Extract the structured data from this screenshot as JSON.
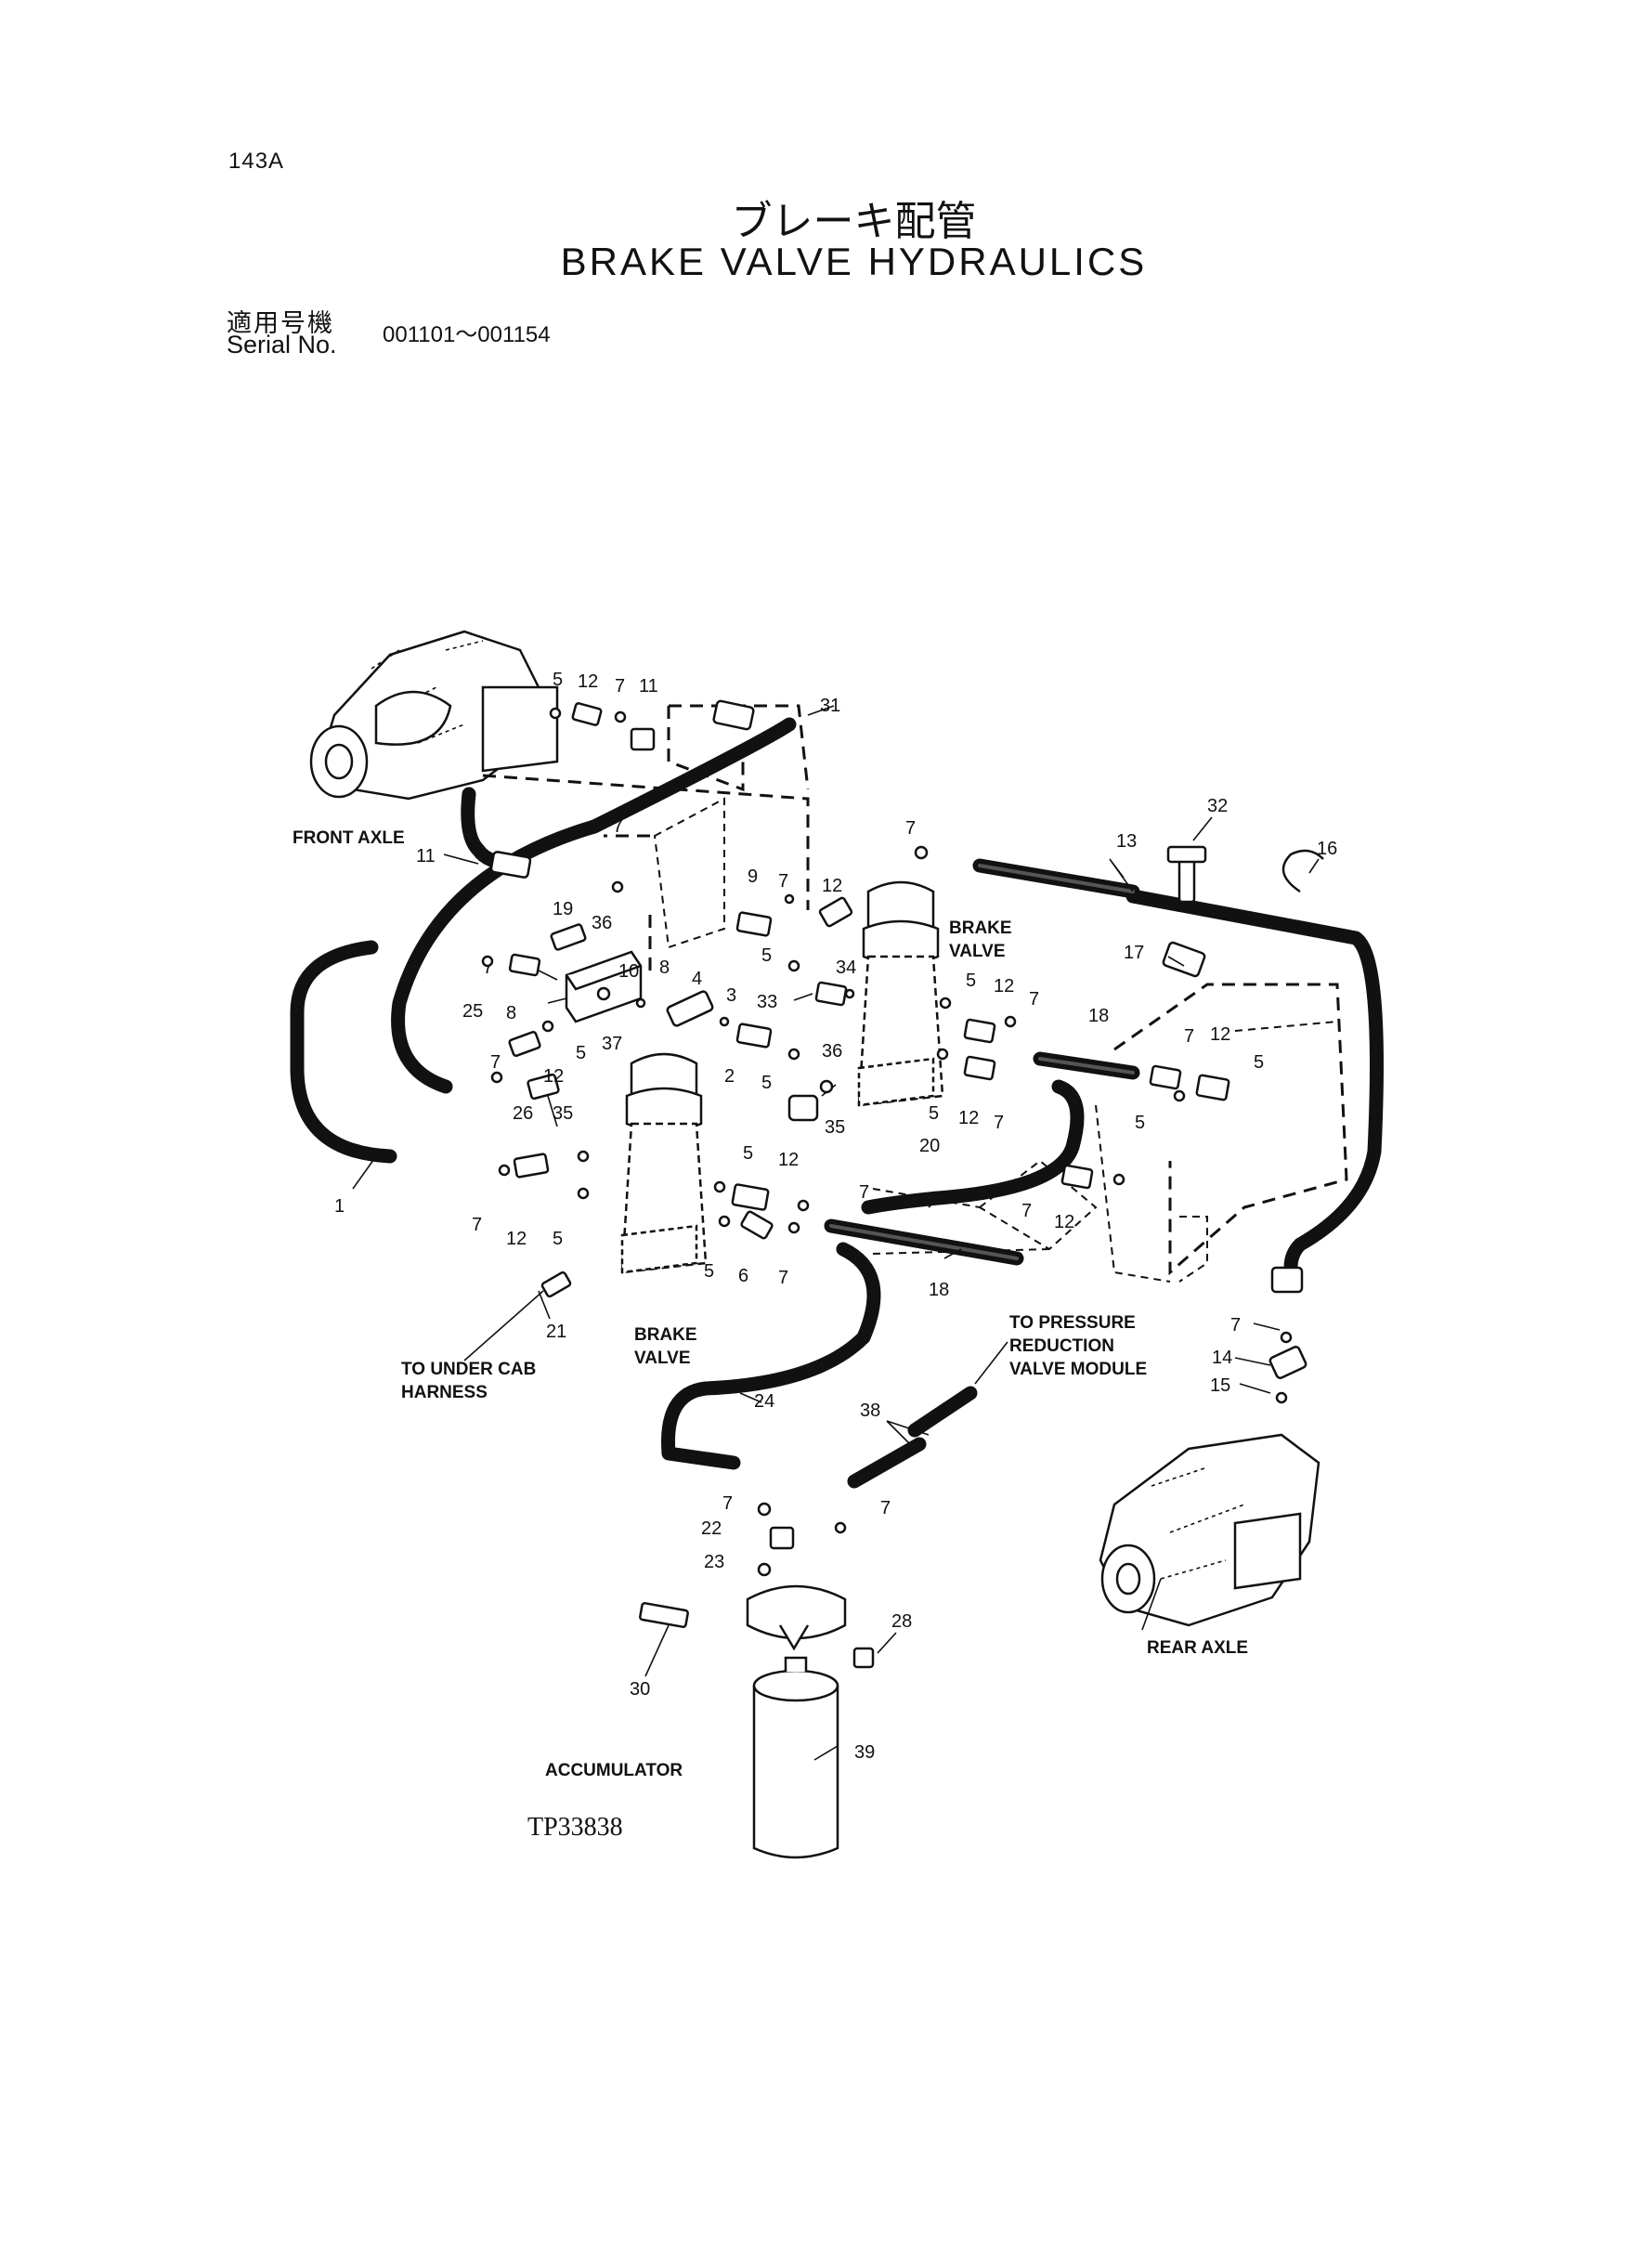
{
  "header": {
    "page_number": "143A",
    "title_jp": "ブレーキ配管",
    "title_en": "BRAKE VALVE HYDRAULICS",
    "serial_label_jp": "適用号機",
    "serial_label_en": "Serial No.",
    "serial_range": "001101～001154"
  },
  "footer": {
    "reference_code": "TP33838"
  },
  "captions": {
    "front_axle": "FRONT AXLE",
    "rear_axle": "REAR AXLE",
    "brake_valve_top_1": "BRAKE",
    "brake_valve_top_2": "VALVE",
    "brake_valve_bottom_1": "BRAKE",
    "brake_valve_bottom_2": "VALVE",
    "under_cab_1": "TO UNDER CAB",
    "under_cab_2": "HARNESS",
    "pressure_1": "TO PRESSURE",
    "pressure_2": "REDUCTION",
    "pressure_3": "VALVE MODULE",
    "accumulator": "ACCUMULATOR"
  },
  "callouts": {
    "c1": "1",
    "c2": "2",
    "c3": "3",
    "c4": "4",
    "c5a": "5",
    "c5b": "5",
    "c5c": "5",
    "c5d": "5",
    "c5e": "5",
    "c5f": "5",
    "c5g": "5",
    "c5h": "5",
    "c5i": "5",
    "c5j": "5",
    "c6": "6",
    "c7a": "7",
    "c7b": "7",
    "c7c": "7",
    "c7d": "7",
    "c7e": "7",
    "c7f": "7",
    "c7g": "7",
    "c7h": "7",
    "c7i": "7",
    "c7j": "7",
    "c7k": "7",
    "c7l": "7",
    "c7m": "7",
    "c7n": "7",
    "c7o": "7",
    "c7p": "7",
    "c7q": "7",
    "c8a": "8",
    "c8b": "8",
    "c9": "9",
    "c10": "10",
    "c11a": "11",
    "c11b": "11",
    "c12a": "12",
    "c12b": "12",
    "c12c": "12",
    "c12d": "12",
    "c12e": "12",
    "c12f": "12",
    "c12g": "12",
    "c12h": "12",
    "c12i": "12",
    "c13": "13",
    "c14": "14",
    "c15": "15",
    "c16": "16",
    "c17": "17",
    "c18a": "18",
    "c18b": "18",
    "c19": "19",
    "c20": "20",
    "c21": "21",
    "c22": "22",
    "c23": "23",
    "c24": "24",
    "c25": "25",
    "c26": "26",
    "c28": "28",
    "c30": "30",
    "c31": "31",
    "c32": "32",
    "c33": "33",
    "c34": "34",
    "c35a": "35",
    "c35b": "35",
    "c36a": "36",
    "c36b": "36",
    "c37": "37",
    "c38": "38",
    "c39": "39"
  }
}
